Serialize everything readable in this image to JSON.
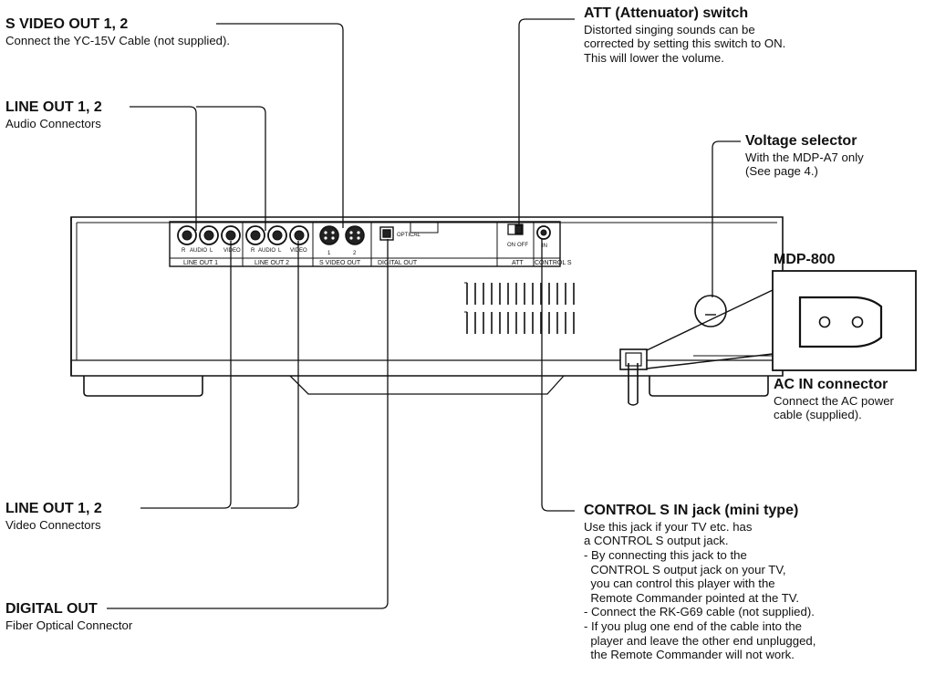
{
  "callouts": {
    "s_video_out": {
      "title": "S VIDEO OUT 1, 2",
      "desc": [
        "Connect the YC-15V Cable (not supplied)."
      ]
    },
    "line_out_audio": {
      "title": "LINE OUT 1, 2",
      "desc": [
        "Audio Connectors"
      ]
    },
    "att_switch": {
      "title": "ATT (Attenuator) switch",
      "desc": [
        "Distorted singing sounds can be",
        "corrected by setting this switch to ON.",
        "This will lower the volume."
      ]
    },
    "voltage_selector": {
      "title": "Voltage selector",
      "desc": [
        "With the MDP-A7 only",
        "(See page 4.)"
      ]
    },
    "ac_in": {
      "title": "AC IN connector",
      "desc": [
        "Connect the AC power",
        "cable (supplied)."
      ]
    },
    "line_out_video": {
      "title": "LINE OUT 1, 2",
      "desc": [
        "Video Connectors"
      ]
    },
    "digital_out": {
      "title": "DIGITAL OUT",
      "desc": [
        "Fiber Optical Connector"
      ]
    },
    "control_s": {
      "title": "CONTROL S IN jack (mini type)",
      "desc": [
        "Use this jack if your TV etc. has",
        "a CONTROL S output jack.",
        "- By connecting this jack to the",
        "  CONTROL S output jack on your TV,",
        "  you can control this player with the",
        "  Remote Commander pointed at the TV.",
        "- Connect the RK-G69 cable (not supplied).",
        "- If you plug one end of the cable into the",
        "  player and leave the other end unplugged,",
        "  the Remote Commander will not work."
      ]
    }
  },
  "model_label": "MDP-800",
  "panel_labels": {
    "line_out_1": "LINE OUT 1",
    "line_out_2": "LINE OUT 2",
    "s_video_out": "S VIDEO OUT",
    "digital_out": "DIGITAL OUT",
    "optical": "OPTICAL",
    "att": "ATT",
    "on": "ON",
    "off": "OFF",
    "control_s": "CONTROL S",
    "in": "IN",
    "audio": "AUDIO",
    "video": "VIDEO",
    "r": "R",
    "l": "L",
    "one": "1",
    "two": "2"
  }
}
